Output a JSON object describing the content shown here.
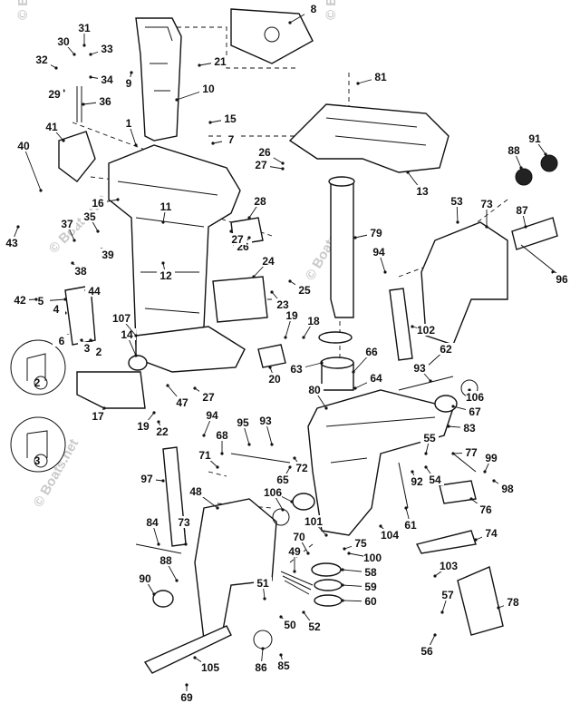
{
  "watermark": "© Boats.net",
  "callouts": [
    "1",
    "2",
    "3",
    "4",
    "5",
    "6",
    "7",
    "8",
    "9",
    "10",
    "11",
    "12",
    "13",
    "14",
    "15",
    "16",
    "17",
    "18",
    "19",
    "20",
    "21",
    "22",
    "23",
    "24",
    "25",
    "26",
    "27",
    "28",
    "29",
    "30",
    "31",
    "32",
    "33",
    "34",
    "35",
    "36",
    "37",
    "38",
    "39",
    "40",
    "41",
    "42",
    "43",
    "44",
    "47",
    "48",
    "49",
    "50",
    "51",
    "52",
    "53",
    "54",
    "55",
    "56",
    "57",
    "58",
    "59",
    "60",
    "61",
    "62",
    "63",
    "64",
    "65",
    "66",
    "67",
    "68",
    "69",
    "70",
    "71",
    "72",
    "73",
    "74",
    "75",
    "76",
    "77",
    "78",
    "79",
    "80",
    "81",
    "83",
    "84",
    "85",
    "86",
    "87",
    "88",
    "90",
    "91",
    "92",
    "93",
    "94",
    "95",
    "96",
    "97",
    "98",
    "99",
    "100",
    "101",
    "102",
    "103",
    "104",
    "105",
    "106",
    "107"
  ],
  "inset_markers": [
    "2",
    "3"
  ]
}
